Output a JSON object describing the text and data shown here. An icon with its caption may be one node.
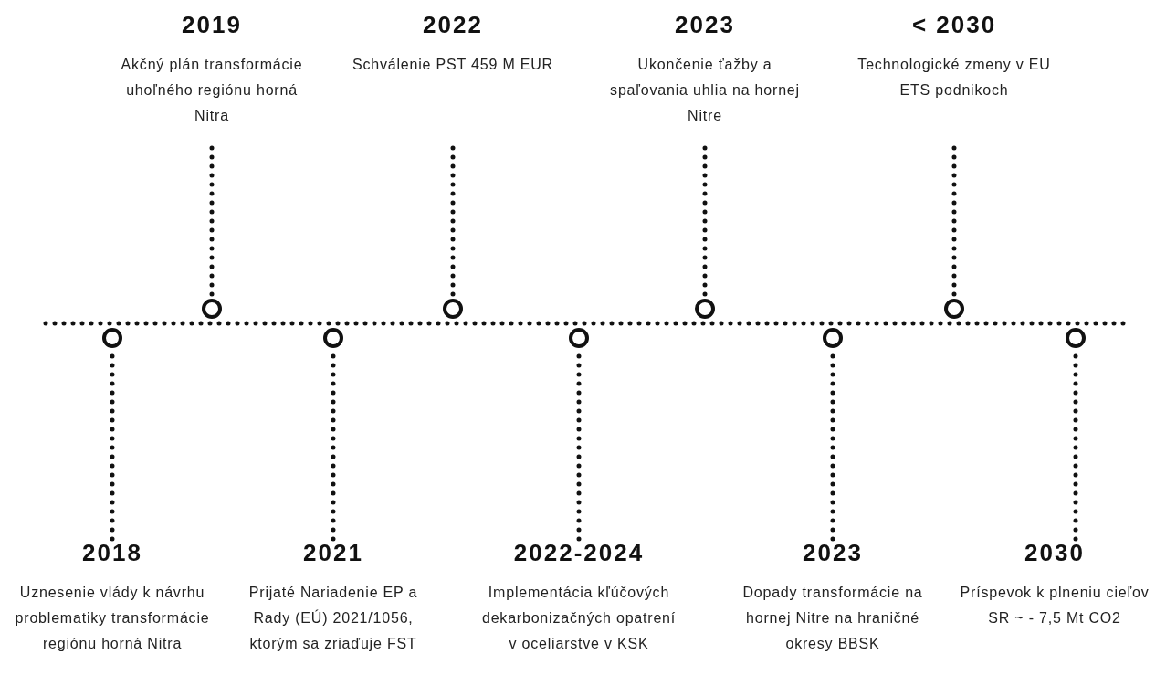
{
  "diagram": {
    "nodes": [
      {
        "text": [
          "2018",
          "Uznesenie vlády k návrhu problematiky transformácie regiónu horná Nitra"
        ]
      },
      {
        "text": [],
        "shape": "circle"
      },
      {
        "text": [
          "2019",
          "Akčný plán transformácie uhoľného regiónu horná Nitra"
        ]
      },
      {
        "text": [],
        "shape": "circle"
      },
      {
        "text": [
          "2021",
          "Prijaté Nariadenie EP a Rady (EÚ) 2021/1056, ktorým sa zriaďuje FST"
        ]
      },
      {
        "text": [],
        "shape": "circle"
      },
      {
        "text": [
          "2022",
          "Schválenie PST 459 M EUR"
        ]
      },
      {
        "text": [],
        "shape": "circle"
      },
      {
        "text": [
          "2022-2024",
          "Implementácia kľúčových dekarbonizačných opatrení v oceliarstve v KSK"
        ]
      },
      {
        "text": [],
        "shape": "circle"
      },
      {
        "text": [
          "2023",
          "Ukončenie ťažby a spaľovania uhlia na hornej Nitre"
        ]
      },
      {
        "text": [],
        "shape": "circle"
      },
      {
        "text": [
          "2023",
          "Dopady transformácie na hornej Nitre na hraničné okresy BBSK"
        ]
      },
      {
        "text": [],
        "shape": "circle"
      },
      {
        "text": [
          "< 2030",
          "Technologické zmeny v EU ETS podnikoch"
        ]
      },
      {
        "text": [],
        "shape": "circle"
      },
      {
        "text": [
          "2030",
          "Príspevok k plneniu cieľov SR ~ - 7,5 Mt CO2"
        ]
      },
      {
        "text": [],
        "shape": "circle"
      }
    ],
    "edges": [
      {
        "from": 0,
        "to": 1,
        "arrow": "none"
      },
      {
        "from": 2,
        "to": 3,
        "arrow": "none"
      },
      {
        "from": 4,
        "to": 5,
        "arrow": "none"
      },
      {
        "from": 6,
        "to": 7,
        "arrow": "none"
      },
      {
        "from": 8,
        "to": 9,
        "arrow": "none"
      },
      {
        "from": 10,
        "to": 11,
        "arrow": "none"
      },
      {
        "from": 12,
        "to": 13,
        "arrow": "none"
      },
      {
        "from": 14,
        "to": 15,
        "arrow": "none"
      },
      {
        "from": 16,
        "to": 17,
        "arrow": "none"
      }
    ]
  }
}
